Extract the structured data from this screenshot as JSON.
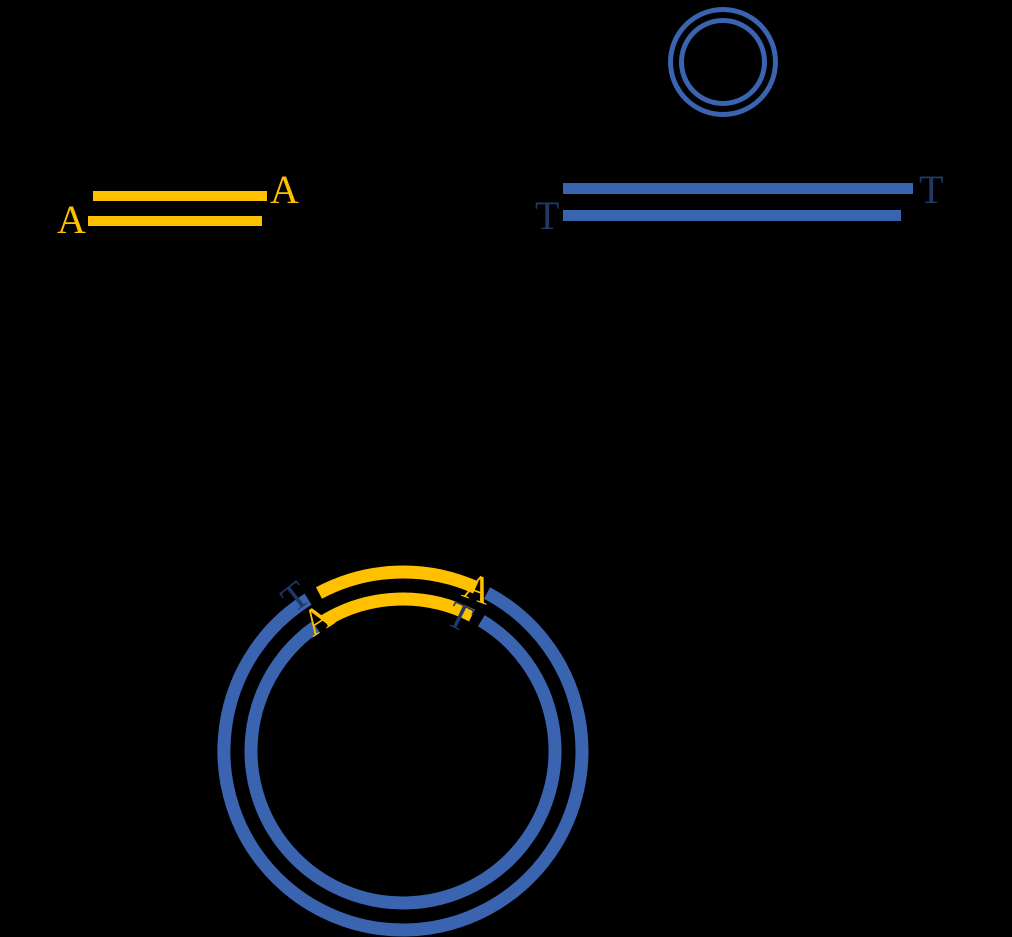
{
  "colors": {
    "background": "#000000",
    "insert_yellow": "#FFC000",
    "vector_blue": "#3A63B0",
    "base_letter_navy": "#1F3864"
  },
  "diagram": {
    "insert_fragment": {
      "label_right": "A",
      "label_left": "A"
    },
    "vector_fragment": {
      "label_right": "T",
      "label_left": "T"
    },
    "ligated_plasmid": {
      "left_junction_top": "T",
      "left_junction_bottom": "A",
      "right_junction_top": "A",
      "right_junction_bottom": "T"
    }
  }
}
